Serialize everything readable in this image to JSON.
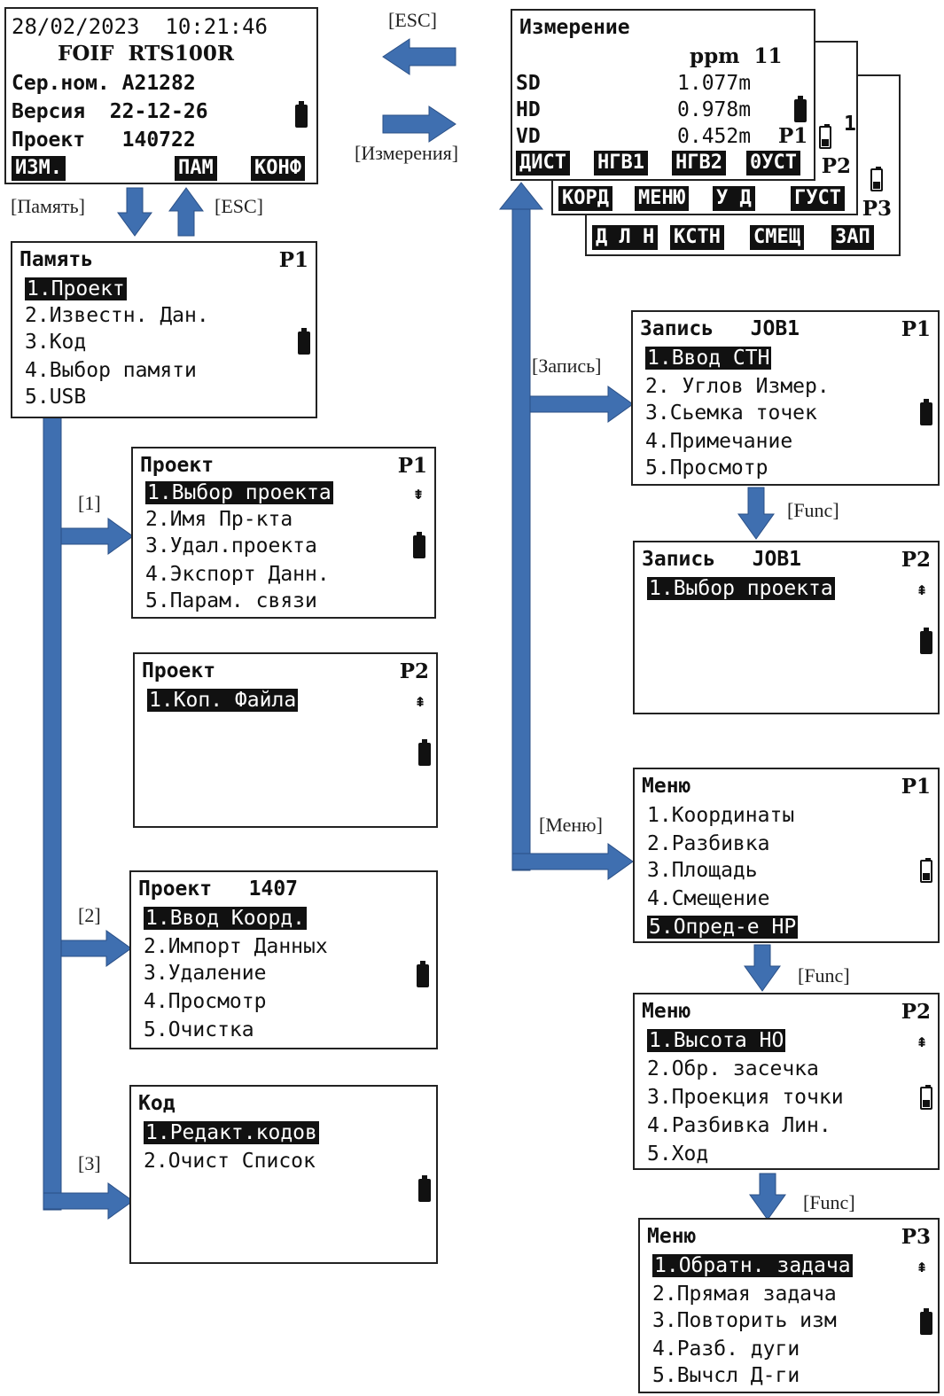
{
  "status": {
    "datetime": "28/02/2023  10:21:46",
    "model": "FOIF  RTS100R",
    "serial": "Сер.ном. A21282",
    "version": "Версия  22-12-26",
    "project": "Проект   140722",
    "soft_keys": [
      "ИЗМ.",
      "ПАМ",
      "КОНФ"
    ]
  },
  "measure": {
    "title": "Измерение",
    "ppm": "ppm  11",
    "sd_label": "SD",
    "sd_val": "1.077m",
    "hd_label": "HD",
    "hd_val": "0.978m",
    "vd_label": "VD",
    "vd_val": "0.452m",
    "page1": "P1",
    "page2": "P2",
    "page3": "P3",
    "behind_num": "1",
    "keys_p1": [
      "ДИСТ",
      "НГВ1",
      "НГВ2",
      "0УСТ"
    ],
    "keys_p2": [
      "КОРД",
      "МЕНЮ",
      "У Д",
      "ГУСТ"
    ],
    "keys_p3": [
      "Д Л Н",
      "КСТН",
      "СМЕЩ",
      "ЗАП"
    ]
  },
  "memory": {
    "title": "Память",
    "page": "P1",
    "items": [
      "1.Проект",
      "2.Известн. Дан.",
      "3.Код",
      "4.Выбор памяти",
      "5.USB"
    ]
  },
  "project_p1": {
    "title": "Проект",
    "page": "P1",
    "items": [
      "1.Выбор проекта",
      "2.Имя Пр-кта",
      "3.Удал.проекта",
      "4.Экспорт Данн.",
      "5.Парам. связи"
    ]
  },
  "project_p2": {
    "title": "Проект",
    "page": "P2",
    "items": [
      "1.Коп. Файла"
    ]
  },
  "known": {
    "title": "Проект   1407",
    "items": [
      "1.Ввод Коорд.",
      "2.Импорт Данных",
      "3.Удаление",
      "4.Просмотр",
      "5.Очистка"
    ]
  },
  "code": {
    "title": "Код",
    "items": [
      "1.Редакт.кодов",
      "2.Очист Список"
    ]
  },
  "record_p1": {
    "title": "Запись   JOB1",
    "page": "P1",
    "items": [
      "1.Ввод СТН",
      "2. Углов Измер.",
      "3.Сьемка точек",
      "4.Примечание",
      "5.Просмотр"
    ]
  },
  "record_p2": {
    "title": "Запись   JOB1",
    "page": "P2",
    "items": [
      "1.Выбор проекта"
    ]
  },
  "menu_p1": {
    "title": "Меню",
    "page": "P1",
    "items": [
      "1.Координаты",
      "2.Разбивка",
      "3.Площадь",
      "4.Смещение",
      "5.Опред-е НР"
    ]
  },
  "menu_p2": {
    "title": "Меню",
    "page": "P2",
    "items": [
      "1.Высота НО",
      "2.Обр. засечка",
      "3.Проекция точки",
      "4.Разбивка Лин.",
      "5.Ход"
    ]
  },
  "menu_p3": {
    "title": "Меню",
    "page": "P3",
    "items": [
      "1.Обратн. задача",
      "2.Прямая задача",
      "3.Повторить изм",
      "4.Разб. дуги",
      "5.Вычсл Д-ги"
    ]
  },
  "flow_labels": {
    "esc_top": "[ESC]",
    "measure": "[Измерения]",
    "memory": "[Память]",
    "esc_mid": "[ESC]",
    "k1": "[1]",
    "k2": "[2]",
    "k3": "[3]",
    "record": "[Запись]",
    "menu": "[Меню]",
    "func1": "[Func]",
    "func2": "[Func]",
    "func3": "[Func]"
  },
  "colors": {
    "arrow": "#3f6fb0",
    "screen_text": "#111111"
  },
  "icons": [
    "battery-icon",
    "scroll-down-icon",
    "scroll-up-icon"
  ]
}
